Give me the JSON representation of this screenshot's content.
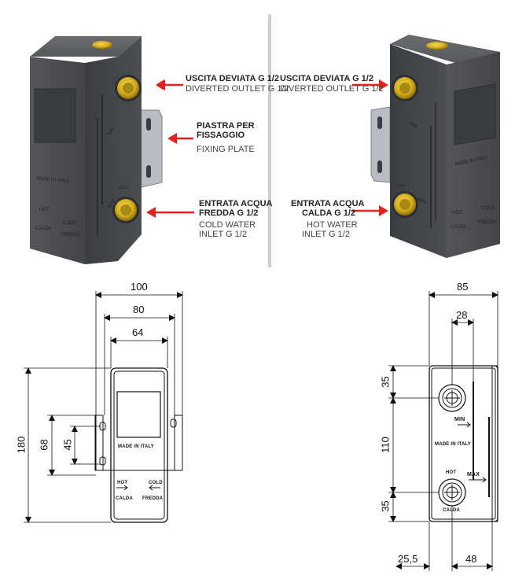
{
  "top_left_labels": {
    "outlet_it": "USCITA DEVIATA G 1/2",
    "outlet_en": "DIVERTED OUTLET G 1/2",
    "plate_it_1": "PIASTRA PER",
    "plate_it_2": "FISSAGGIO",
    "plate_en": "FIXING PLATE",
    "inlet_it_1": "ENTRATA ACQUA",
    "inlet_it_2": "FREDDA G 1/2",
    "inlet_en_1": "COLD WATER",
    "inlet_en_2": "INLET G 1/2"
  },
  "top_right_labels": {
    "outlet_it": "USCITA DEVIATA G 1/2",
    "outlet_en": "DIVERTED OUTLET G 1/2",
    "inlet_it_1": "ENTRATA ACQUA",
    "inlet_it_2": "CALDA G 1/2",
    "inlet_en_1": "HOT WATER",
    "inlet_en_2": "INLET   G 1/2"
  },
  "front_view": {
    "dim_100": "100",
    "dim_80": "80",
    "dim_64": "64",
    "dim_180": "180",
    "dim_68": "68",
    "dim_45": "45",
    "made_in": "MADE IN ITALY",
    "hot_en": "HOT",
    "hot_it": "CALDA",
    "cold_en": "COLD",
    "cold_it": "FREDDA"
  },
  "side_view": {
    "dim_85": "85",
    "dim_28": "28",
    "dim_35_top": "35",
    "dim_110": "110",
    "dim_35_bottom": "35",
    "dim_25_5": "25,5",
    "dim_48": "48",
    "min": "MIN",
    "max": "MAX",
    "made_in": "MADE IN ITALY",
    "hot": "HOT",
    "calda": "CALDA"
  },
  "colors": {
    "body": "#4a4b4f",
    "brass": "#d9b11f",
    "arrow": "#e0231f",
    "divider": "#cfcfcf"
  }
}
